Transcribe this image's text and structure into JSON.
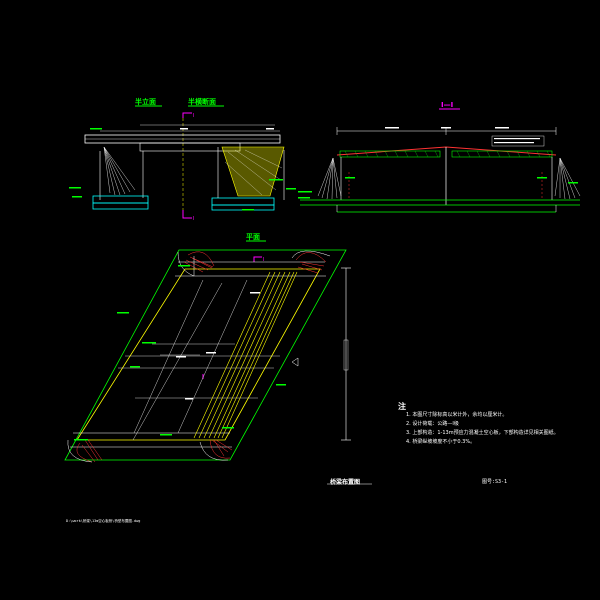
{
  "views": {
    "half_elevation": "半立面",
    "half_section": "半横断面",
    "section_mark": "I",
    "section_view": "I—I",
    "plan": "平面"
  },
  "notes": {
    "heading": "注",
    "items": [
      "1. 本图尺寸除标高以米计外，余均以厘米计。",
      "2. 设计荷载：公路—Ⅰ级",
      "3. 上部构造：1-13m预应力混凝土空心板，下部构造详见相关图纸。",
      "4. 桥梁纵坡坡度不小于0.3%。"
    ]
  },
  "title_block": {
    "title": "桥梁布置图",
    "drawing_no": "图号:S3-1"
  },
  "file_path": "D:\\work\\桥梁\\13m空心板桥\\桥型布置图.dwg",
  "colors": {
    "background": "#000000",
    "linework": "#ffffff",
    "accent_yellow": "#ffff00",
    "accent_green": "#00ff00",
    "accent_cyan": "#00ffff",
    "accent_red": "#ff3333",
    "accent_magenta": "#ff00ff"
  }
}
